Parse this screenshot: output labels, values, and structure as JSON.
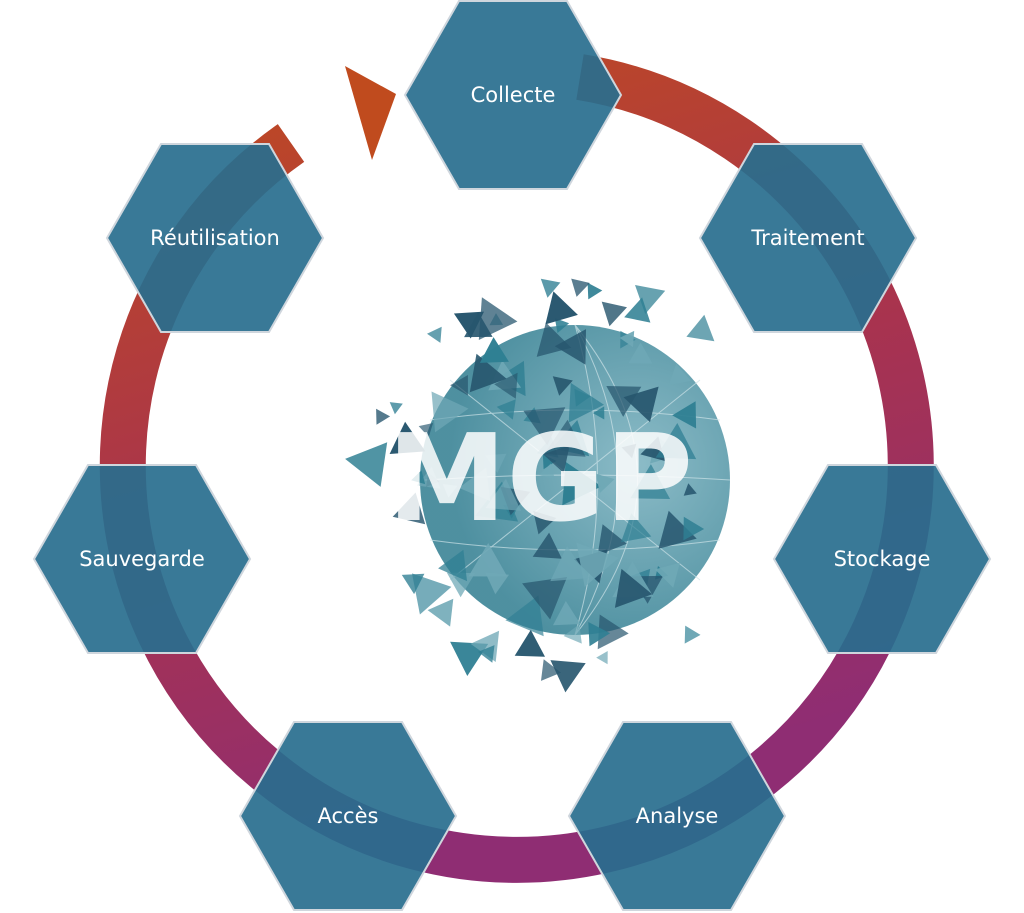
{
  "diagram": {
    "type": "cycle",
    "center_logo": "MGP",
    "steps": [
      {
        "label": "Collecte"
      },
      {
        "label": "Traitement"
      },
      {
        "label": "Stockage"
      },
      {
        "label": "Analyse"
      },
      {
        "label": "Accès"
      },
      {
        "label": "Sauvegarde"
      },
      {
        "label": "Réutilisation"
      }
    ]
  },
  "colors": {
    "hexagon_fill": "#286e8e",
    "hexagon_stroke": "#cfd6dd",
    "ring_start": "#c04b1e",
    "ring_mid": "#a8334f",
    "ring_end": "#8f2d73",
    "logo_teal": "#2f7f93",
    "logo_dark": "#27566e",
    "logo_light": "#6fa8b6"
  }
}
